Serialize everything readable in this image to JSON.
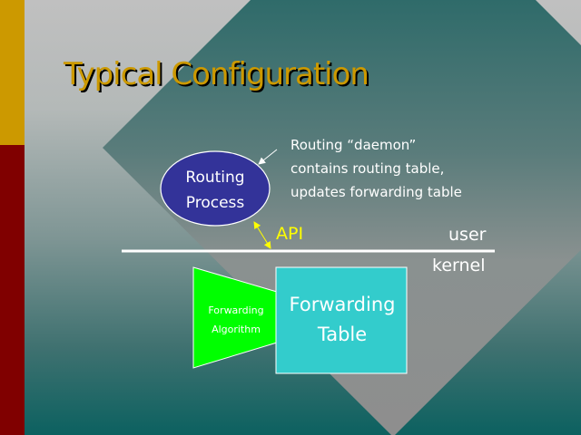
{
  "slide": {
    "title": "Typical Configuration",
    "routing_process": {
      "line1": "Routing",
      "line2": "Process"
    },
    "callout": {
      "line1": "Routing “daemon”",
      "line2": "contains routing table,",
      "line3": "updates forwarding table"
    },
    "api_label": "API",
    "user_label": "user",
    "kernel_label": "kernel",
    "forwarding_algorithm": {
      "line1": "Forwarding",
      "line2": "Algorithm"
    },
    "forwarding_table": {
      "line1": "Forwarding",
      "line2": "Table"
    }
  },
  "colors": {
    "title": "#cc9900",
    "accent_bar_top": "#cc9900",
    "accent_bar_bottom": "#800000",
    "routing_process_fill": "#333399",
    "forwarding_algorithm_fill": "#00ff00",
    "forwarding_table_fill": "#33cccc",
    "api_text": "#ffff00",
    "api_arrow": "#ffff00"
  }
}
